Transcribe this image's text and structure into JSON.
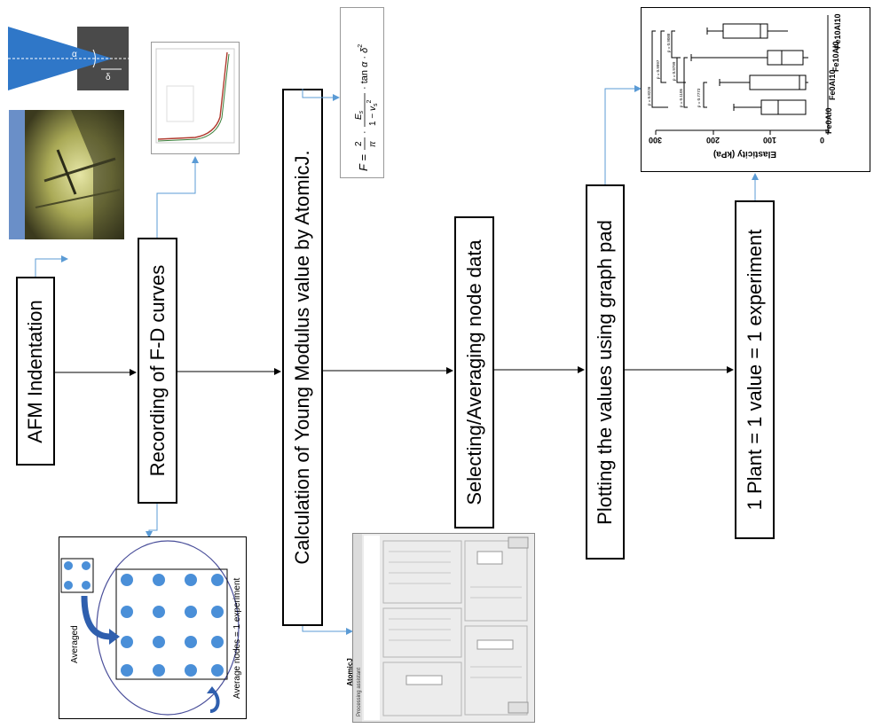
{
  "steps": [
    {
      "id": "afm",
      "label": "AFM Indentation"
    },
    {
      "id": "fd",
      "label": "Recording of F-D curves"
    },
    {
      "id": "ym",
      "label": "Calculation of Young Modulus value by AtomicJ."
    },
    {
      "id": "sel",
      "label": "Selecting/Averaging node data"
    },
    {
      "id": "plot",
      "label": "Plotting the values using graph pad"
    },
    {
      "id": "plant",
      "label": "1 Plant = 1 value = 1 experiment"
    }
  ],
  "tip_diagram": {
    "angle_label": "α",
    "depth_label": "δ"
  },
  "averaging": {
    "averaged_label": "Averaged",
    "note": "Average nodes = 1 experiment"
  },
  "atomicj": {
    "title": "AtomicJ",
    "window_title": "Processing assistant"
  },
  "boxplot": {
    "axis_label": "Elasticity (kPa)",
    "ticks": [
      "0",
      "100",
      "200",
      "300"
    ],
    "groups": [
      "Fe0Al0",
      "Fe0Al10",
      "Fe10Al0",
      "Fe10Al10"
    ],
    "pvalues": [
      "p = 0.7773",
      "p = 0.1105",
      "p = 0.9799",
      "p = 0.8226",
      "p = 0.9997",
      "p = 0.9088"
    ]
  },
  "colors": {
    "arrow": "#5b9bd5",
    "flow": "#000000",
    "node": "#4a8fd8",
    "curve": "#b03a2e"
  }
}
